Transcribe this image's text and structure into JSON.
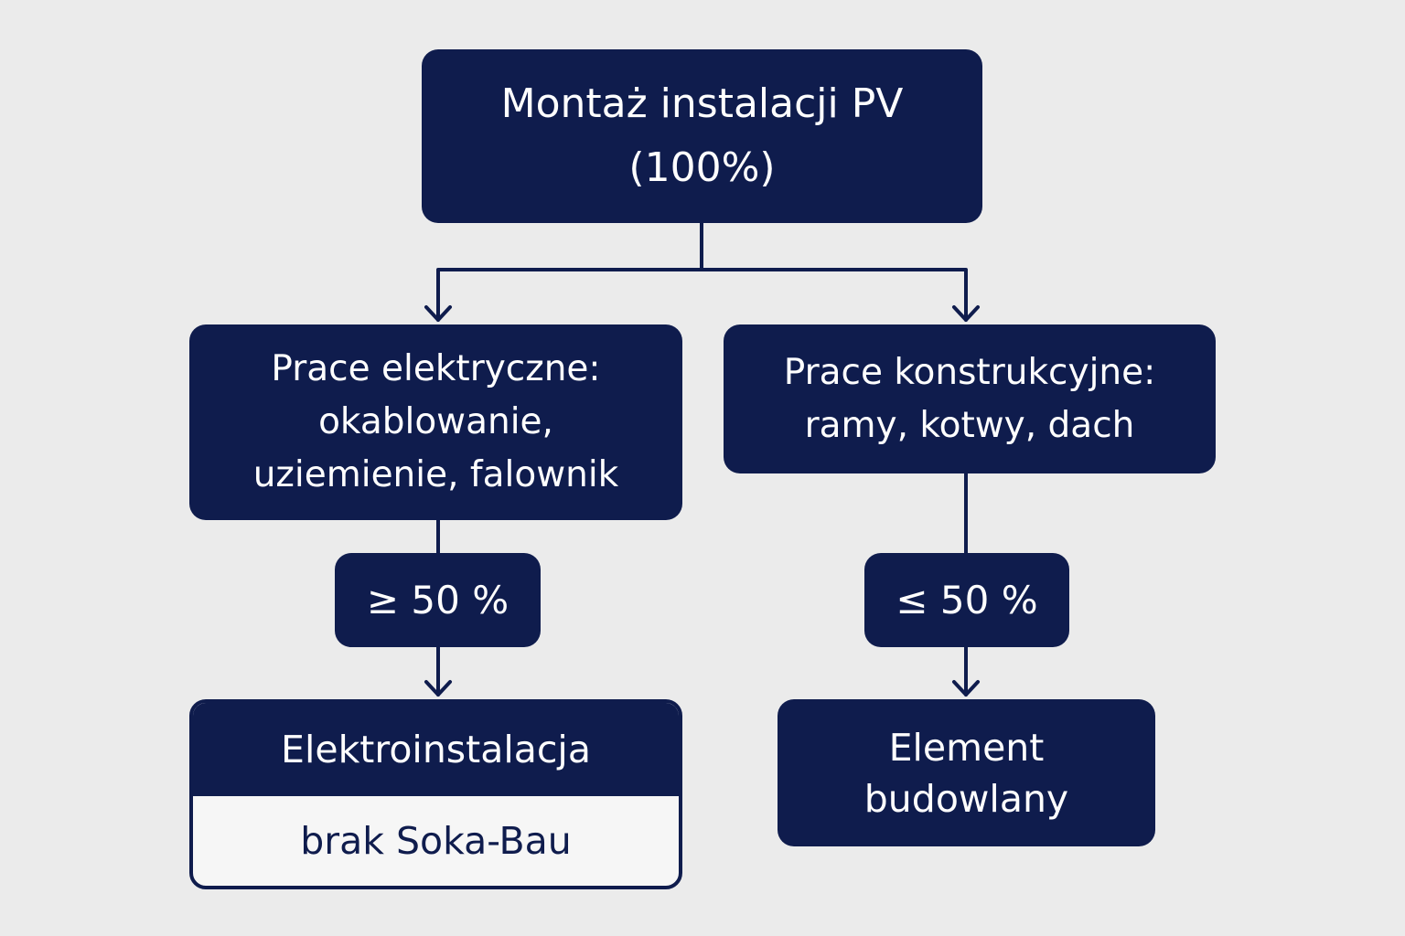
{
  "colors": {
    "background": "#ebebeb",
    "node_fill": "#0f1c4d",
    "node_text": "#ffffff",
    "footer_fill": "#f6f6f6"
  },
  "nodes": {
    "root": "Montaż instalacji PV\n(100%)",
    "electrical": "Prace elektryczne:\nokablowanie,\nuziemienie, falownik",
    "construction": "Prace konstrukcyjne:\nramy, kotwy, dach",
    "threshold_electrical": "≥ 50 %",
    "threshold_construction": "≤ 50 %",
    "result_electrical": "Elektroinstalacja",
    "result_electrical_note": "brak Soka-Bau",
    "result_construction": "Element\nbudowlany"
  }
}
